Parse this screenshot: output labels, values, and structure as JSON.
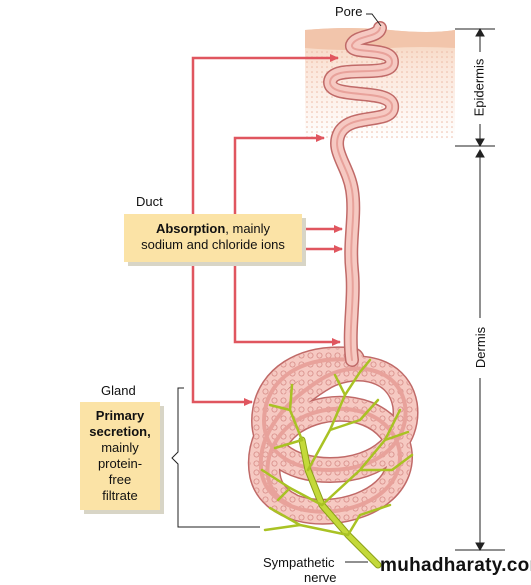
{
  "labels": {
    "pore": "Pore",
    "duct": "Duct",
    "gland": "Gland",
    "epidermis": "Epidermis",
    "dermis": "Dermis",
    "sympathetic": "Sympathetic",
    "nerve_partial": "nerve"
  },
  "absorption_box": {
    "bold": "Absorption",
    "rest": ", mainly",
    "line2": "sodium and chloride ions"
  },
  "secretion_box": {
    "line1": "Primary",
    "line2": "secretion,",
    "line3": "mainly",
    "line4": "protein-",
    "line5": "free",
    "line6": "filtrate"
  },
  "watermark": "muhadharaty.com",
  "colors": {
    "arrow": "#e0565f",
    "duct_fill": "#f6c9c2",
    "duct_stroke": "#c06a68",
    "nerve": "#b8cf2c",
    "nerve_dark": "#8aa019",
    "skin_top": "#f6d8c2",
    "box_fill": "#fbe3a6"
  }
}
